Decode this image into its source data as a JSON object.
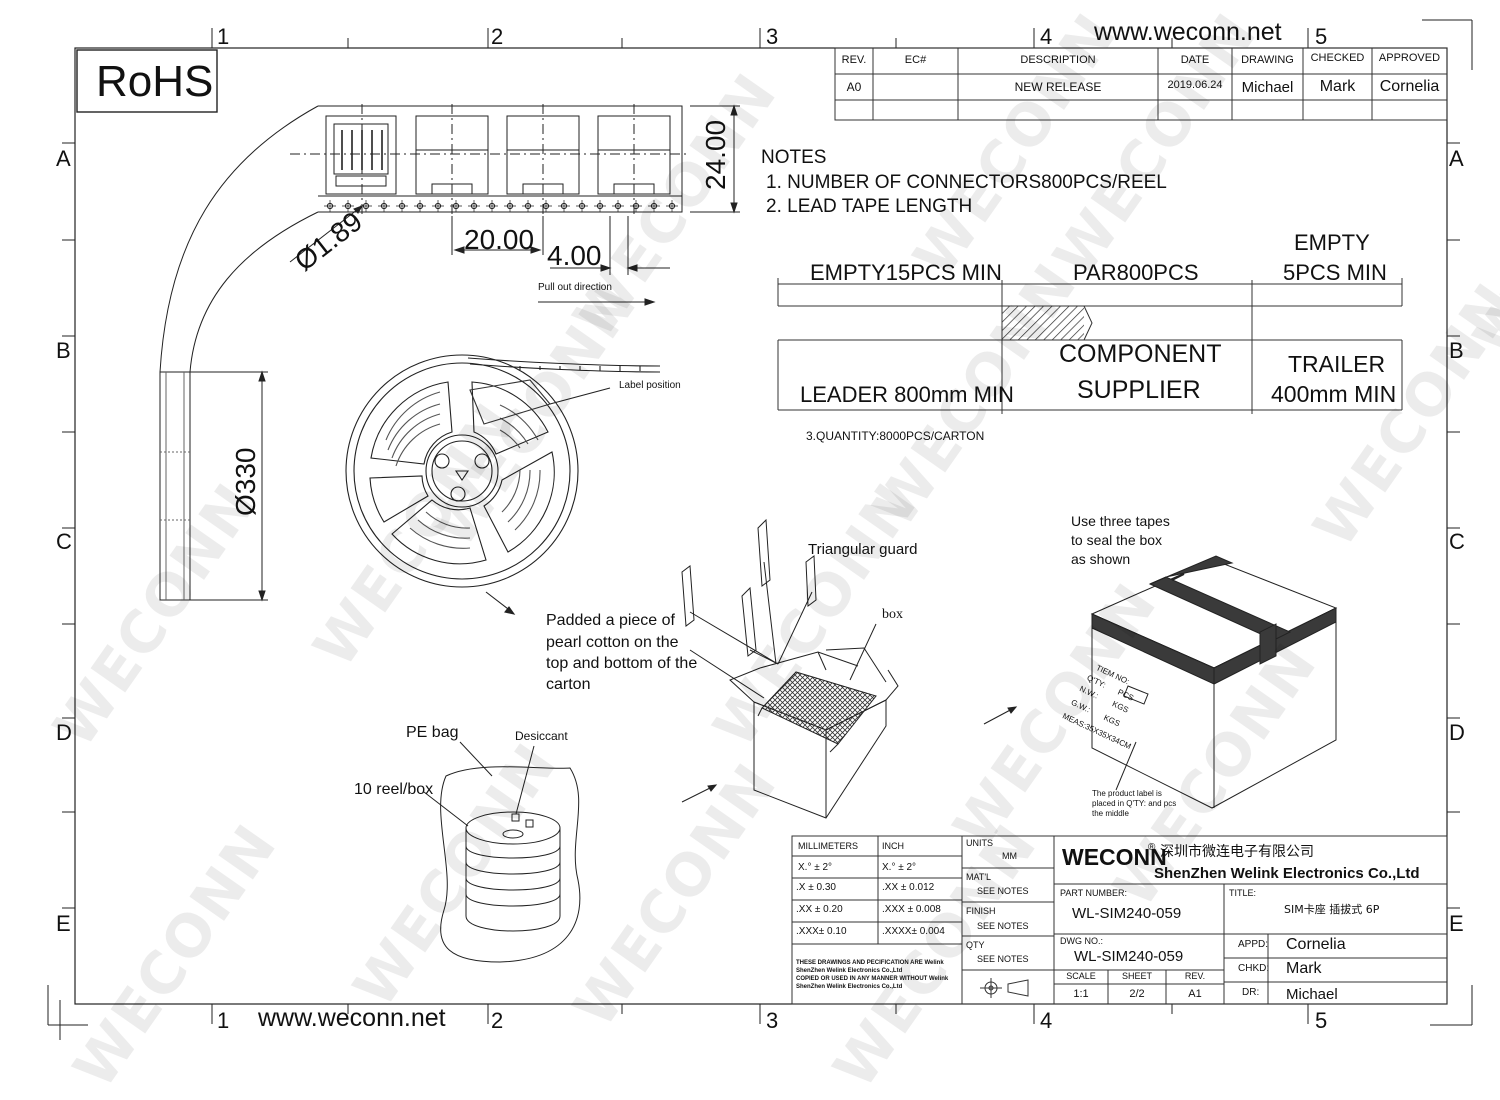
{
  "site_url": "www.weconn.net",
  "rohs_label": "RoHS",
  "watermark": "WECONN",
  "grid": {
    "columns": [
      "1",
      "2",
      "3",
      "4",
      "5"
    ],
    "rows": [
      "A",
      "B",
      "C",
      "D",
      "E"
    ]
  },
  "revision_table": {
    "headers": [
      "REV.",
      "EC#",
      "DESCRIPTION",
      "DATE",
      "DRAWING",
      "CHECKED",
      "APPROVED"
    ],
    "row": [
      "A0",
      "",
      "NEW RELEASE",
      "2019.06.24",
      "Michael",
      "Mark",
      "Cornelia"
    ]
  },
  "tape": {
    "height_dim": "24.00",
    "hole_dim": "Ø1.89",
    "pitch_dim": "20.00",
    "sprocket_dim": "4.00",
    "pull_label": "Pull out direction"
  },
  "notes": {
    "heading": "NOTES",
    "items": [
      "1. NUMBER OF CONNECTORS800PCS/REEL",
      "2. LEAD TAPE LENGTH"
    ],
    "quantity": "3.QUANTITY:8000PCS/CARTON"
  },
  "lead_diagram": {
    "empty_leader": "EMPTY15PCS MIN",
    "parts": "PAR800PCS",
    "empty_trailer_line1": "EMPTY",
    "empty_trailer_line2": "5PCS MIN",
    "leader": "LEADER 800mm MIN",
    "component_line1": "COMPONENT",
    "component_line2": "SUPPLIER",
    "trailer_line1": "TRAILER",
    "trailer_line2": "400mm MIN"
  },
  "reel": {
    "diameter_dim": "Ø330",
    "label_position": "Label position"
  },
  "packaging": {
    "triangular_guard": "Triangular guard",
    "box": "box",
    "pearl_cotton": [
      "Padded a piece of",
      "pearl cotton on the",
      "top and bottom of the",
      "carton"
    ],
    "tapes": [
      "Use three tapes",
      "to seal the box",
      "as shown"
    ],
    "pe_bag": "PE bag",
    "desiccant": "Desiccant",
    "reel_box": "10 reel/box",
    "carton_fields": [
      "TIEM NO:",
      "Q'TY:",
      "PCS",
      "N.W.:",
      "KGS",
      "G.W.:",
      "KGS",
      "MEAS:35X35X34CM"
    ],
    "product_label_note": [
      "The product label is",
      "placed in Q'TY:  and pcs",
      "the middle"
    ]
  },
  "title_block": {
    "tolerance_headers": [
      "MILLIMETERS",
      "INCH"
    ],
    "tolerances": [
      [
        "X.°  ±  2°",
        "X.°  ±  2°"
      ],
      [
        ".X   ± 0.30",
        ".XX   ± 0.012"
      ],
      [
        ".XX  ± 0.20",
        ".XXX  ± 0.008"
      ],
      [
        ".XXX± 0.10",
        ".XXXX± 0.004"
      ]
    ],
    "units_label": "UNITS",
    "units_value": "MM",
    "matl_label": "MAT'L",
    "matl_value": "SEE NOTES",
    "finish_label": "FINISH",
    "finish_value": "SEE NOTES",
    "qty_label": "QTY",
    "qty_value": "SEE NOTES",
    "legal": [
      "THESE DRAWINGS AND PECIFICATION  ARE Welink",
      "ShenZhen Welink Electronics Co.,Ltd",
      " COPIED OR USED IN ANY MANNER WITHOUT Welink",
      "ShenZhen Welink Electronics Co.,Ltd"
    ],
    "company_logo": "WECONN",
    "company_cn": "深圳市微连电子有限公司",
    "company_en": "ShenZhen Welink Electronics Co.,Ltd",
    "part_number_label": "PART NUMBER:",
    "part_number": "WL-SIM240-059",
    "title_label": "TITLE:",
    "title": "SIM卡座  插拔式  6P",
    "dwg_no_label": "DWG NO.:",
    "dwg_no": "WL-SIM240-059",
    "scale_label": "SCALE",
    "scale": "1:1",
    "sheet_label": "SHEET",
    "sheet": "2/2",
    "rev_label": "REV.",
    "rev": "A1",
    "appd_label": "APPD:",
    "appd": "Cornelia",
    "chkd_label": "CHKD:",
    "chkd": "Mark",
    "dr_label": "DR:",
    "dr": "Michael"
  }
}
